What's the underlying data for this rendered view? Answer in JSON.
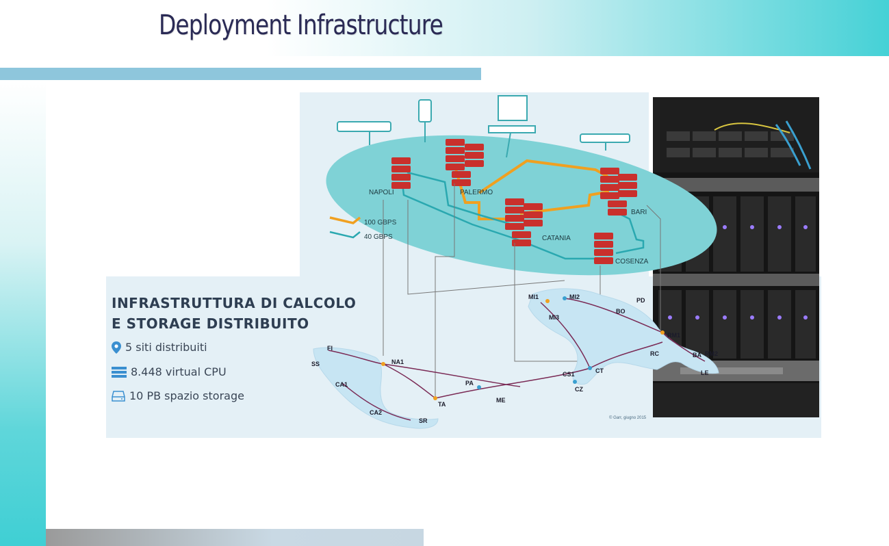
{
  "slide": {
    "title": "Deployment Infrastructure"
  },
  "diagram": {
    "nodes": [
      "NAPOLI",
      "PALERMO",
      "BARI",
      "CATANIA",
      "COSENZA"
    ],
    "legend": [
      {
        "label": "100 GBPS",
        "color": "#f0a020"
      },
      {
        "label": "40 GBPS",
        "color": "#2aa8b0"
      }
    ],
    "map_points": [
      "MI1",
      "MI2",
      "MI3",
      "PD",
      "BO",
      "RM1",
      "RM2",
      "NA1",
      "FI",
      "BA",
      "LE",
      "CT",
      "CZ",
      "CS1",
      "PA",
      "ME",
      "RC",
      "SS",
      "CA1",
      "CA2",
      "SR",
      "TA"
    ],
    "credit": "© Garr, giugno 2015"
  },
  "info": {
    "title_line1": "INFRASTRUTTURA DI CALCOLO",
    "title_line2": "E STORAGE DISTRIBUITO",
    "items": [
      {
        "icon": "location-pin-icon",
        "text": "5 siti distribuiti"
      },
      {
        "icon": "server-stack-icon",
        "text": "8.448 virtual CPU"
      },
      {
        "icon": "storage-drive-icon",
        "text": "10 PB spazio storage"
      }
    ]
  },
  "colors": {
    "accent_bar": "#8ec6dc",
    "header_gradient_end": "#45d1d6",
    "title_text": "#2a2a55",
    "ellipse": "#7fd2d6",
    "server": "#c9302c",
    "link_100": "#f0a020",
    "link_40": "#2aa8b0",
    "map_land": "#c7e5f3"
  }
}
